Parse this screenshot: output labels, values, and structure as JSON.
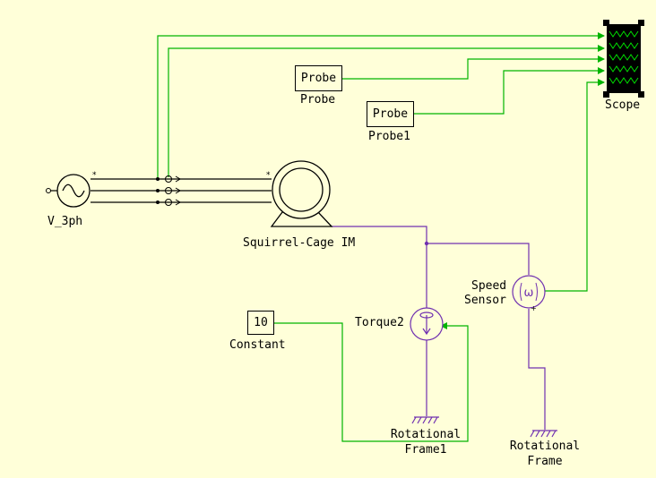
{
  "blocks": {
    "v3ph": {
      "label": "V_3ph"
    },
    "motor": {
      "label": "Squirrel-Cage IM"
    },
    "probe": {
      "box_text": "Probe",
      "label": "Probe"
    },
    "probe1": {
      "box_text": "Probe",
      "label": "Probe1"
    },
    "scope": {
      "label": "Scope"
    },
    "constant": {
      "value": "10",
      "label": "Constant"
    },
    "torque": {
      "label": "Torque2"
    },
    "speed_sensor": {
      "label_line1": "Speed",
      "label_line2": "Sensor",
      "symbol": "ω"
    },
    "rot_frame1": {
      "label_line1": "Rotational",
      "label_line2": "Frame1"
    },
    "rot_frame": {
      "label_line1": "Rotational",
      "label_line2": "Frame"
    }
  },
  "colors": {
    "signal": "#00b400",
    "mechanical": "#7030b0",
    "electrical": "#000000",
    "background": "#ffffd9"
  }
}
